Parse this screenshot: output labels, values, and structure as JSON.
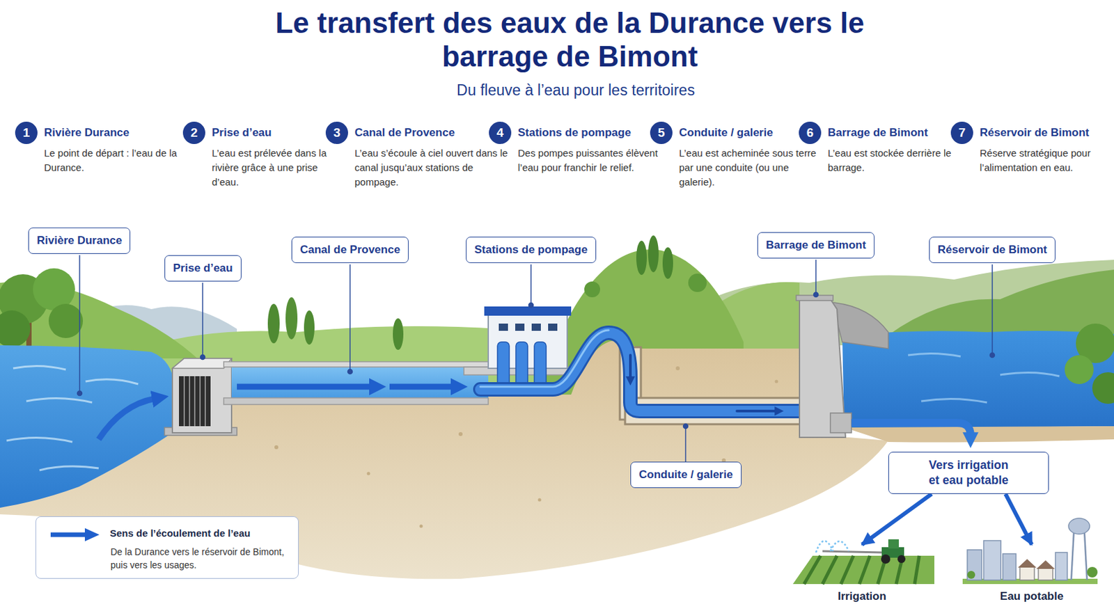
{
  "diagram": {
    "title": "Le transfert des eaux de la Durance vers le barrage de Bimont",
    "nodes": [
      {
        "text": [
          "1",
          "Rivière Durance",
          "Le point de départ : l’eau de la Durance."
        ]
      },
      {
        "text": [
          "2",
          "Prise d’eau",
          "L’eau est prélevée dans la rivière grâce à une prise d’eau."
        ]
      },
      {
        "text": [
          "3",
          "Canal de Provence",
          "L’eau s’écoule à ciel ouvert dans le canal jusqu’aux stations de pompage."
        ]
      },
      {
        "text": [
          "4",
          "Stations de pompage",
          "Des pompes puissantes élèvent l’eau pour franchir le relief."
        ]
      },
      {
        "text": [
          "5",
          "Conduite / galerie",
          "L’eau est acheminée sous terre par une conduite (ou une galerie)."
        ]
      },
      {
        "text": [
          "6",
          "Barrage de Bimont",
          "L’eau est stockée derrière le barrage."
        ]
      },
      {
        "text": [
          "7",
          "Réservoir de Bimont",
          "Réserve stratégique pour l’alimentation en eau."
        ]
      },
      {
        "text": [
          "Rivière Durance"
        ]
      },
      {
        "text": [
          "Prise d’eau"
        ]
      },
      {
        "text": [
          "Canal de Provence"
        ]
      },
      {
        "text": [
          "Stations de pompage"
        ]
      },
      {
        "text": [
          "Barrage de Bimont"
        ]
      },
      {
        "text": [
          "Réservoir de Bimont"
        ]
      },
      {
        "text": [
          "Conduite / galerie"
        ]
      },
      {
        "text": [
          "Vers irrigation et eau potable"
        ]
      },
      {
        "text": [
          "Irrigation"
        ]
      },
      {
        "text": [
          "Eau potable"
        ]
      }
    ],
    "edges": [
      {
        "from": 14,
        "to": 15,
        "arrow": "to"
      },
      {
        "from": 14,
        "to": 16,
        "arrow": "to"
      }
    ],
    "labels": [
      "Du fleuve à l’eau pour les territoires",
      "De la Durance vers le réservoir de Bimont, puis vers les usages."
    ],
    "legend": [
      {
        "text": "Sens de l’écoulement de l’eau"
      }
    ]
  }
}
